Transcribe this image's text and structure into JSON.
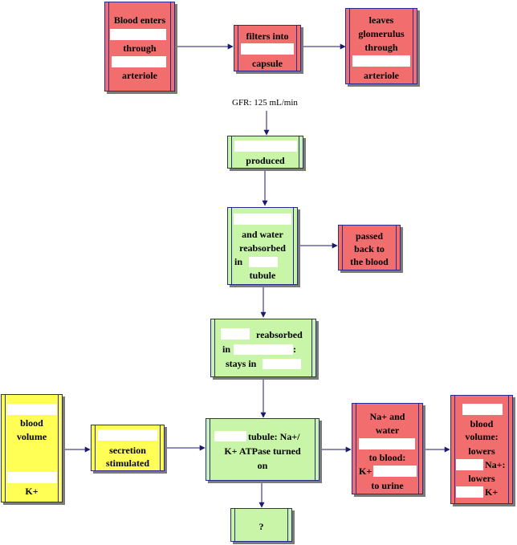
{
  "colors": {
    "red": "#f26d6d",
    "green": "#c8f5a8",
    "yellow": "#ffff55",
    "border": "#2b2b8a",
    "arrow": "#1a1a6e"
  },
  "nodes": {
    "blood_enters": {
      "l1": "Blood enters",
      "l2": "through",
      "l3": "arteriole"
    },
    "filters": {
      "l1": "filters into",
      "l2": "capsule"
    },
    "leaves": {
      "l1": "leaves",
      "l2": "glomerulus",
      "l3": "through",
      "l4": "arteriole"
    },
    "produced": {
      "l1": "produced"
    },
    "reabsorbed": {
      "l1": "and water",
      "l2": "reabsorbed",
      "l3": "in",
      "l4": "tubule"
    },
    "passed_back": {
      "l1": "passed",
      "l2": "back to",
      "l3": "the blood"
    },
    "water_reabsorbed": {
      "l1": "reabsorbed",
      "l2": "in",
      "l3": ":",
      "l4": "stays in"
    },
    "blood_volume": {
      "l1": "blood",
      "l2": "volume",
      "l3": "K+"
    },
    "secretion": {
      "l1": "secretion",
      "l2": "stimulated"
    },
    "atpase": {
      "l1": "tubule: Na+/",
      "l2": "K+ ATPase turned",
      "l3": "on"
    },
    "na_water": {
      "l1": "Na+ and",
      "l2": "water",
      "l3": "to blood:",
      "l4": "K+",
      "l5": "to urine"
    },
    "result": {
      "l1": "blood",
      "l2": "volume:",
      "l3": "lowers",
      "l4": "Na+:",
      "l5": "lowers",
      "l6": "K+"
    },
    "question": {
      "l1": "?"
    }
  },
  "annotations": {
    "gfr": "GFR: 125 mL/min"
  }
}
